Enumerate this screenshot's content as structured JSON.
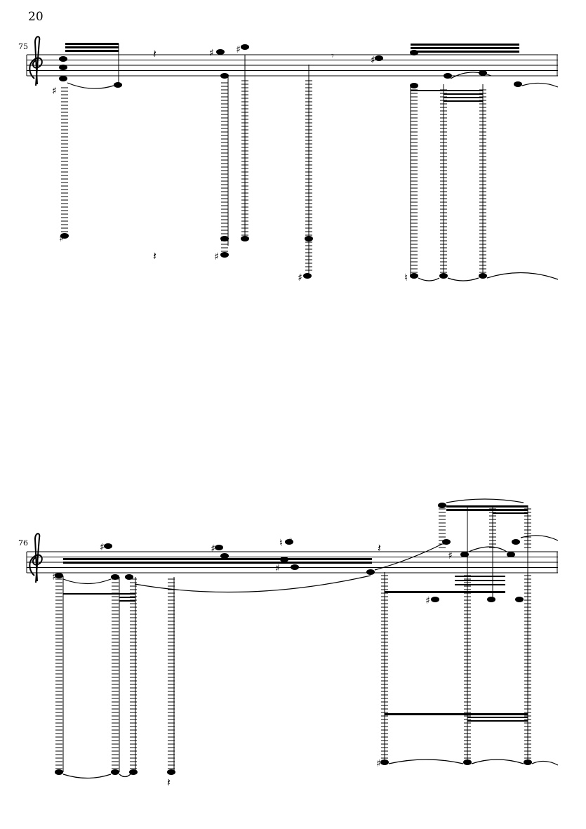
{
  "page": {
    "number": "20"
  },
  "systems": [
    {
      "measure_number": "75",
      "clef": "treble"
    },
    {
      "measure_number": "76",
      "clef": "treble"
    }
  ],
  "colors": {
    "ink": "#000000",
    "paper": "#ffffff"
  }
}
